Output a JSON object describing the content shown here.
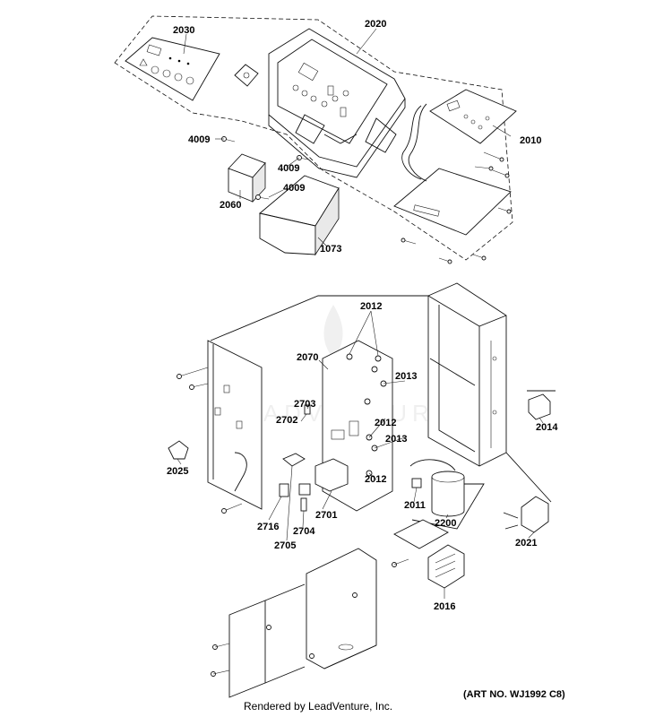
{
  "labels": {
    "l2030": "2030",
    "l2020": "2020",
    "l4009a": "4009",
    "l4009b": "4009",
    "l4009c": "4009",
    "l2010": "2010",
    "l2060": "2060",
    "l1073": "1073",
    "l2012a": "2012",
    "l2070": "2070",
    "l2013a": "2013",
    "l2703": "2703",
    "l2702": "2702",
    "l2012b": "2012",
    "l2013b": "2013",
    "l2014": "2014",
    "l2025": "2025",
    "l2012c": "2012",
    "l2011": "2011",
    "l2716": "2716",
    "l2701": "2701",
    "l2200": "2200",
    "l2705": "2705",
    "l2704": "2704",
    "l2021": "2021",
    "l2016": "2016"
  },
  "footer": {
    "rendered_by": "Rendered by LeadVenture, Inc.",
    "art_no": "(ART NO. WJ1992 C8)"
  },
  "watermark": "LEADVENTURE"
}
